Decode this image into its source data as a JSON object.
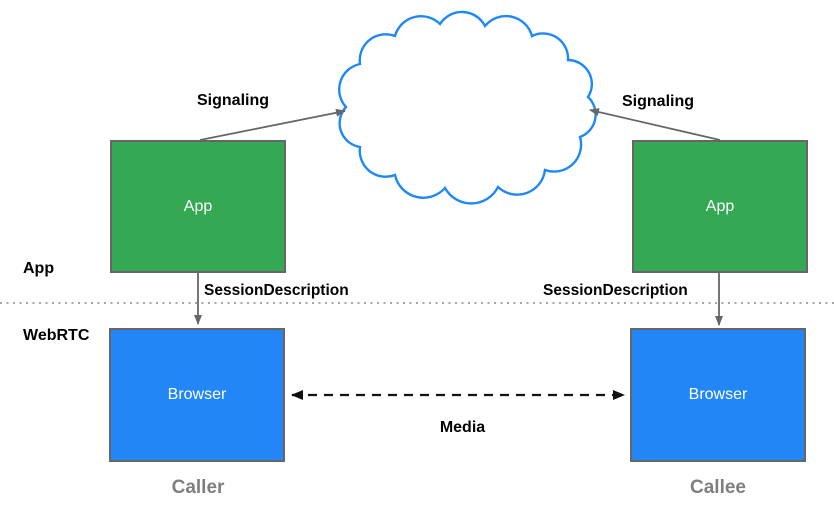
{
  "diagram": {
    "layers": {
      "app": "App",
      "webrtc": "WebRTC"
    },
    "nodes": {
      "caller_app": {
        "label": "App"
      },
      "callee_app": {
        "label": "App"
      },
      "caller_browser": {
        "label": "Browser"
      },
      "callee_browser": {
        "label": "Browser"
      }
    },
    "edges": {
      "signaling_left": {
        "label": "Signaling"
      },
      "signaling_right": {
        "label": "Signaling"
      },
      "session_description_left": {
        "label": "SessionDescription"
      },
      "session_description_right": {
        "label": "SessionDescription"
      },
      "media": {
        "label": "Media"
      }
    },
    "captions": {
      "caller": "Caller",
      "callee": "Callee"
    },
    "icons": {
      "cloud": "cloud-shape"
    },
    "colors": {
      "app_node_fill": "#34a853",
      "browser_node_fill": "#2286f7",
      "cloud_outline": "#1f88f7",
      "node_border": "#666666",
      "gray_arrow": "#666666",
      "media_arrow": "#111111",
      "divider_dots": "#999999",
      "caption_text": "#7f7f7f",
      "node_text": "#ffffff",
      "edge_label_text": "#000000"
    }
  }
}
